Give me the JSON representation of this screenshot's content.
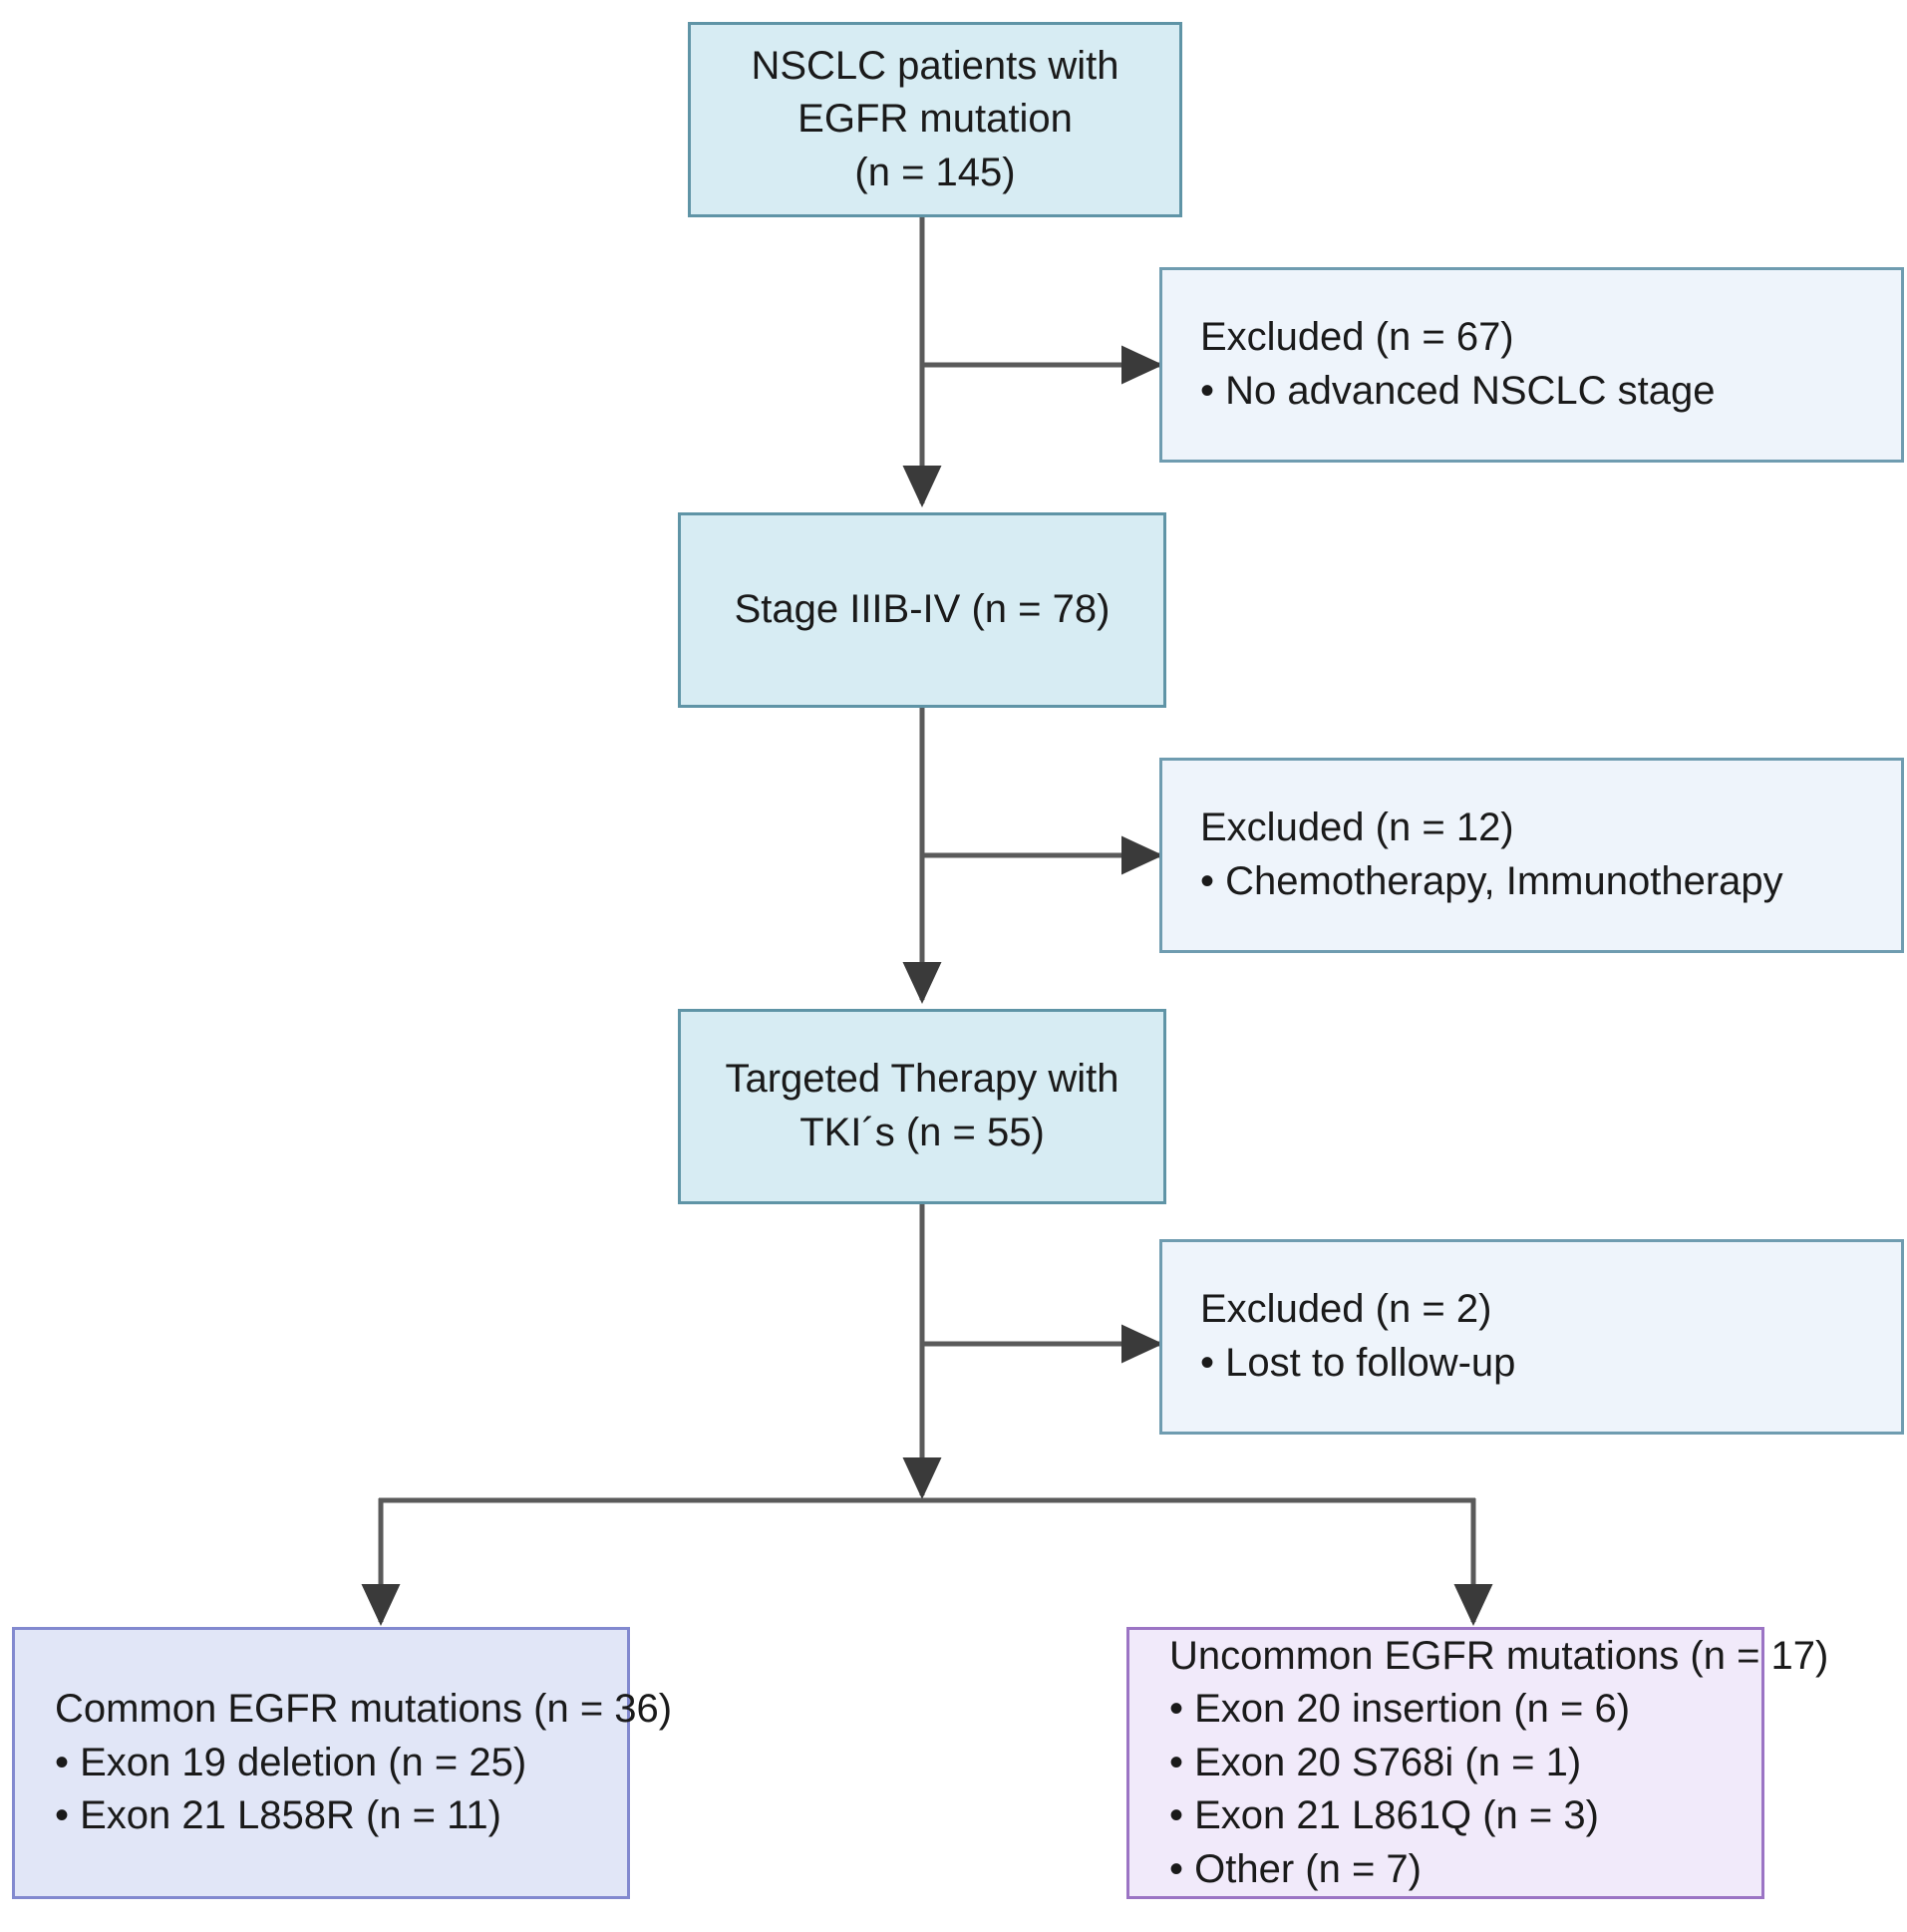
{
  "diagram": {
    "type": "flowchart",
    "title": "Patient selection flow diagram",
    "colors": {
      "primary_fill": "#d7ecf3",
      "primary_border": "#5f94a6",
      "excluded_fill": "#eef4fb",
      "excluded_border": "#6f9cb0",
      "common_fill": "#e1e6f7",
      "common_border": "#8289cf",
      "uncommon_fill": "#f1eafa",
      "uncommon_border": "#9b74c4",
      "connector": "#4d4d4d",
      "text": "#1a1a1a"
    }
  },
  "nodes": {
    "enrolled": {
      "lines": [
        "NSCLC patients with",
        "EGFR mutation",
        "(n = 145)"
      ]
    },
    "excluded_1": {
      "lines": [
        "Excluded (n = 67)",
        "• No advanced NSCLC stage"
      ]
    },
    "stage": {
      "lines": [
        "Stage IIIB-IV (n = 78)"
      ]
    },
    "excluded_2": {
      "lines": [
        "Excluded (n = 12)",
        "• Chemotherapy, Immunotherapy"
      ]
    },
    "therapy": {
      "lines": [
        "Targeted Therapy with",
        "TKI´s (n = 55)"
      ]
    },
    "excluded_3": {
      "lines": [
        "Excluded (n = 2)",
        "• Lost to follow-up"
      ]
    },
    "common": {
      "lines": [
        "Common EGFR mutations (n = 36)",
        "• Exon 19 deletion (n = 25)",
        "• Exon 21 L858R (n = 11)"
      ]
    },
    "uncommon": {
      "lines": [
        "Uncommon EGFR mutations (n = 17)",
        "• Exon 20 insertion (n = 6)",
        "• Exon 20 S768i (n = 1)",
        "• Exon 21 L861Q (n = 3)",
        "• Other (n = 7)"
      ]
    }
  },
  "counts": {
    "enrolled": 145,
    "excluded_no_advanced_stage": 67,
    "stage_iiib_iv": 78,
    "excluded_chemo_immuno": 12,
    "targeted_therapy_tki": 55,
    "excluded_lost_followup": 2,
    "common_total": 36,
    "common_exon19_deletion": 25,
    "common_exon21_l858r": 11,
    "uncommon_total": 17,
    "uncommon_exon20_insertion": 6,
    "uncommon_exon20_s768i": 1,
    "uncommon_exon21_l861q": 3,
    "uncommon_other": 7
  }
}
